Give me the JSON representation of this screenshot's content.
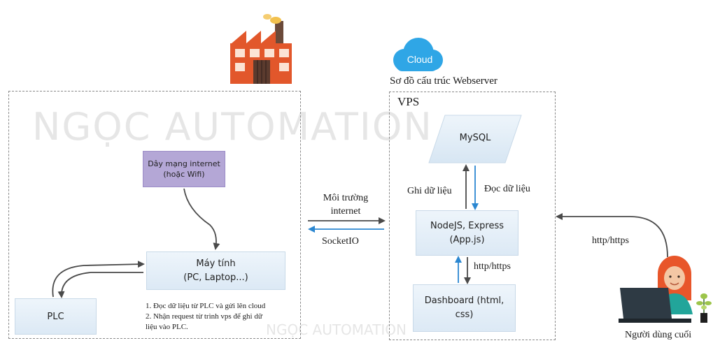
{
  "watermark": {
    "large": "NGỌC AUTOMATION",
    "small": "NGỌC AUTOMATION"
  },
  "left_panel": {
    "network_box": "Dây mạng internet\n(hoặc Wifi)",
    "computer_box": "Máy tính\n(PC, Laptop...)",
    "plc_box": "PLC",
    "notes_line1": "1. Đọc dữ liệu từ PLC và gửi lên cloud",
    "notes_line2": "2. Nhận request từ trình vps để ghi dữ",
    "notes_line3": "liệu vào PLC."
  },
  "middle": {
    "env_label": "Môi trường\ninternet",
    "socket_label": "SocketIO"
  },
  "right_panel": {
    "cloud_label": "Cloud",
    "title": "Sơ đồ cấu trúc Webserver",
    "vps_label": "VPS",
    "mysql_box": "MySQL",
    "write_label": "Ghi dữ liệu",
    "read_label": "Đọc dữ liệu",
    "node_box": "NodeJS, Express\n(App.js)",
    "http_inner": "http/https",
    "dashboard_box": "Dashboard (html,\ncss)"
  },
  "end_user": {
    "http_label": "http/https",
    "user_label": "Người dùng cuối"
  },
  "colors": {
    "arrow_dark": "#4a4a4a",
    "arrow_blue": "#2b87d1",
    "box_blue": "#dce9f5",
    "box_purple": "#b4a7d6",
    "cloud": "#2fa6e6",
    "factory_brick": "#e2572b",
    "factory_roof": "#6b4a3a"
  },
  "icons": [
    "factory-icon",
    "cloud-icon",
    "user-laptop-icon",
    "plant-icon"
  ]
}
